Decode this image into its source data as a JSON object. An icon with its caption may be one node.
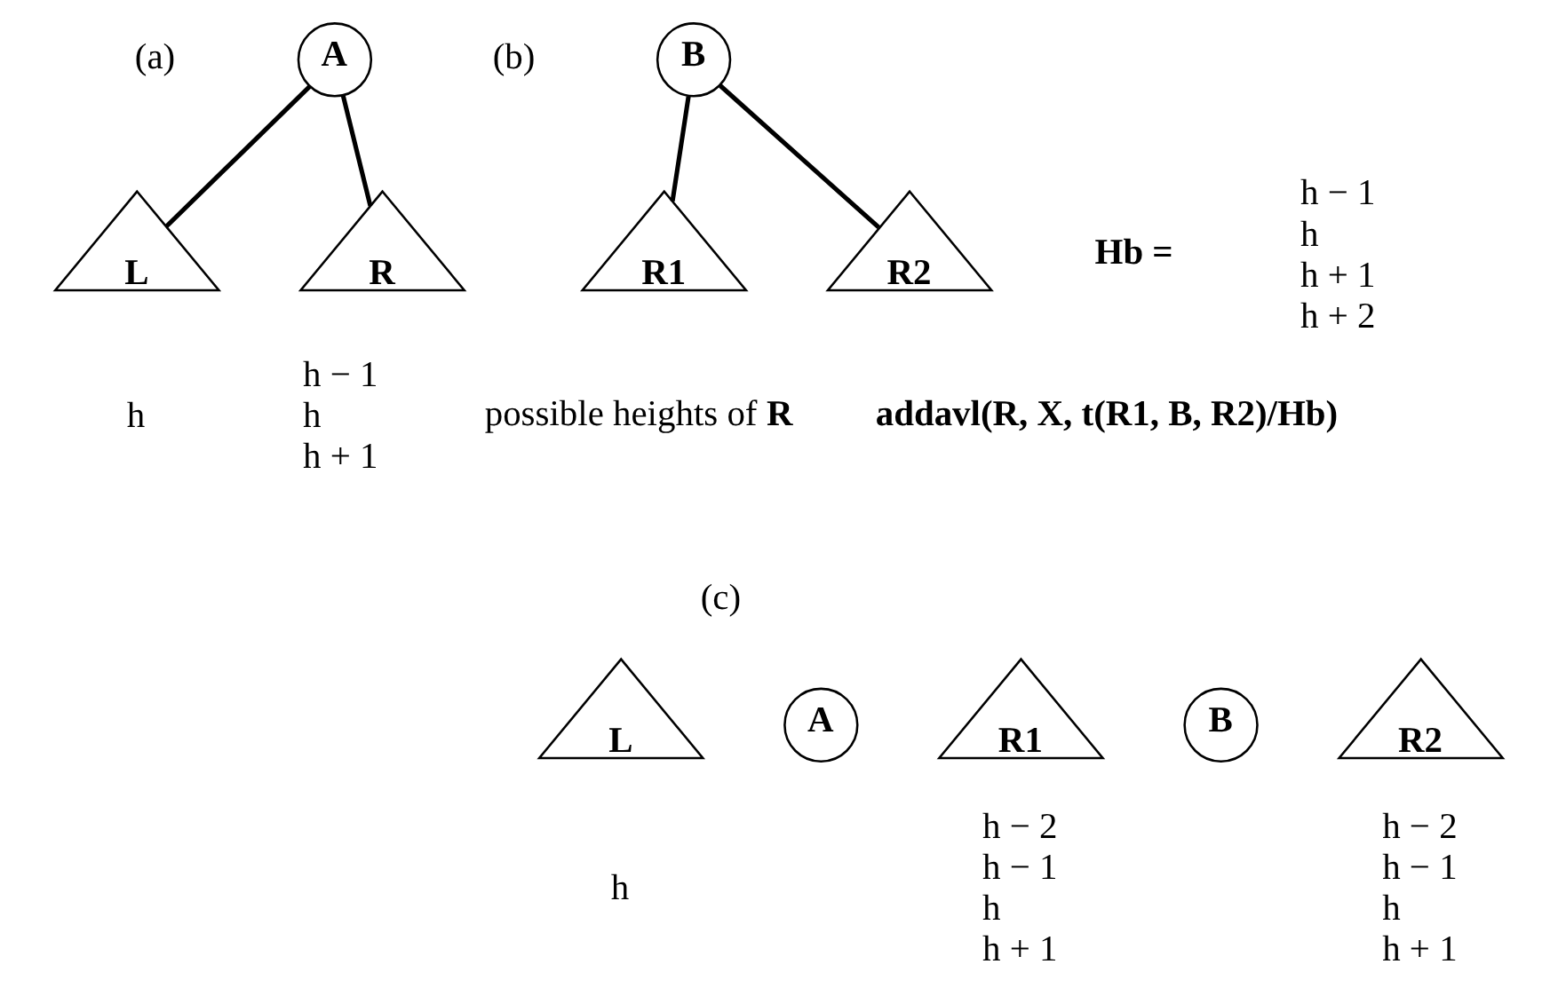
{
  "diagram": {
    "nodes": [
      {
        "text": [
          "A"
        ]
      },
      {
        "text": [
          "L"
        ],
        "beside": [
          "h"
        ]
      },
      {
        "text": [
          "R"
        ]
      },
      {
        "text": [
          "B"
        ]
      },
      {
        "text": [
          "R1"
        ]
      },
      {
        "text": [
          "R2"
        ]
      },
      {
        "text": [
          "L"
        ],
        "beside": [
          "h"
        ]
      },
      {
        "text": [
          "A"
        ]
      },
      {
        "text": [
          "R1"
        ],
        "beside": [
          "h − 2",
          "h − 1",
          "h",
          "h + 1"
        ]
      },
      {
        "text": [
          "B"
        ]
      },
      {
        "text": [
          "R2"
        ],
        "beside": [
          "h − 2",
          "h − 1",
          "h",
          "h + 1"
        ]
      }
    ],
    "edges": [
      {
        "from": 0,
        "to": 1,
        "arrow": "none"
      },
      {
        "from": 0,
        "to": 2,
        "arrow": "none"
      },
      {
        "from": 3,
        "to": 4,
        "arrow": "none"
      },
      {
        "from": 3,
        "to": 5,
        "arrow": "none"
      }
    ],
    "labels": [
      "(a)",
      "(b)",
      "h − 1",
      "h",
      "h + 1",
      "possible heights of **R**",
      "Hb =",
      "h − 1",
      "h",
      "h + 1",
      "h + 2",
      "addavl(R, X, t(R1, B, R2)/Hb)",
      "(c)"
    ]
  }
}
